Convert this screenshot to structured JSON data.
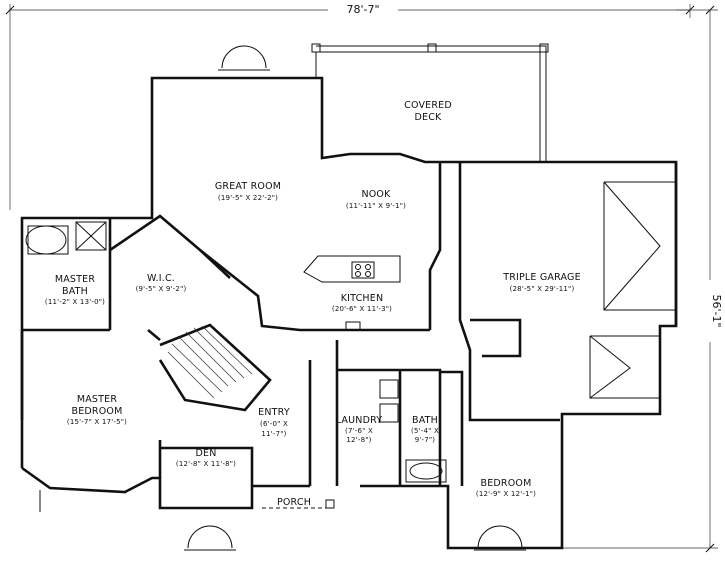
{
  "plan": {
    "overall_width": "78'-7\"",
    "overall_depth": "56'-1\"",
    "rooms": [
      {
        "id": "covered-deck",
        "name_lines": [
          "COVERED",
          "DECK"
        ],
        "dim": ""
      },
      {
        "id": "great-room",
        "name_lines": [
          "GREAT ROOM"
        ],
        "dim": "(19'-5\" X 22'-2\")"
      },
      {
        "id": "nook",
        "name_lines": [
          "NOOK"
        ],
        "dim": "(11'-11\" X 9'-1\")"
      },
      {
        "id": "master-bath",
        "name_lines": [
          "MASTER",
          "BATH"
        ],
        "dim": "(11'-2\" X 13'-0\")"
      },
      {
        "id": "wic",
        "name_lines": [
          "W.I.C."
        ],
        "dim": "(9'-5\" X 9'-2\")"
      },
      {
        "id": "kitchen",
        "name_lines": [
          "KITCHEN"
        ],
        "dim": "(20'-6\" X 11'-3\")"
      },
      {
        "id": "triple-garage",
        "name_lines": [
          "TRIPLE GARAGE"
        ],
        "dim": "(28'-5\" X 29'-11\")"
      },
      {
        "id": "master-bedroom",
        "name_lines": [
          "MASTER",
          "BEDROOM"
        ],
        "dim": "(15'-7\" X 17'-5\")"
      },
      {
        "id": "entry",
        "name_lines": [
          "ENTRY"
        ],
        "dim_lines": [
          "(6'-0\" X",
          "11'-7\")"
        ]
      },
      {
        "id": "laundry",
        "name_lines": [
          "LAUNDRY"
        ],
        "dim_lines": [
          "(7'-6\" X",
          "12'-8\")"
        ]
      },
      {
        "id": "bath",
        "name_lines": [
          "BATH"
        ],
        "dim_lines": [
          "(5'-4\" X",
          "9'-7\")"
        ]
      },
      {
        "id": "den",
        "name_lines": [
          "DEN"
        ],
        "dim": "(12'-8\" X 11'-8\")"
      },
      {
        "id": "porch",
        "name_lines": [
          "PORCH"
        ],
        "dim": ""
      },
      {
        "id": "bedroom",
        "name_lines": [
          "BEDROOM"
        ],
        "dim": "(12'-9\" X 12'-1\")"
      }
    ]
  }
}
